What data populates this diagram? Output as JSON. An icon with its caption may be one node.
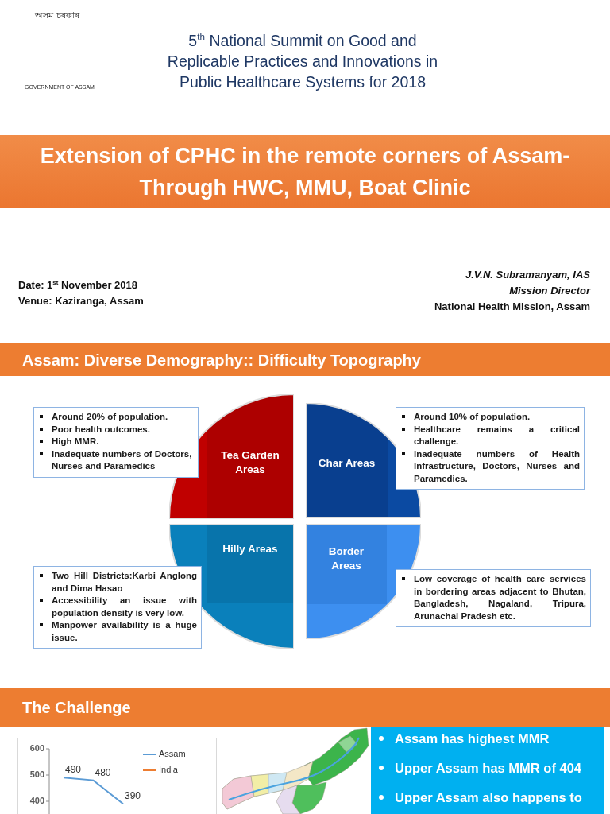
{
  "diagram": {
    "title": "Extension of CPHC in the remote corners of Assam- Through HWC, MMU, Boat Clinic",
    "nodes": [
      {
        "text": [
          "Assam: Diverse Demography:: Difficulty Topography"
        ]
      },
      {
        "text": [
          "Around 20% of population.",
          "Poor health outcomes.",
          "High MMR.",
          "Inadequate numbers of Doctors, Nurses and Paramedics"
        ]
      },
      {
        "text": [
          "Tea Garden Areas"
        ]
      },
      {
        "text": [
          "Char Areas"
        ]
      },
      {
        "text": [
          "Around 10% of population.",
          "Healthcare remains a critical challenge.",
          "Inadequate numbers of Health Infrastructure, Doctors, Nurses and Paramedics."
        ]
      },
      {
        "text": [
          "Hilly Areas"
        ]
      },
      {
        "text": [
          "Border Areas"
        ]
      },
      {
        "text": [
          "Two Hill Districts:Karbi Anglong and Dima Hasao",
          "Accessibility an issue with population density is very low.",
          "Manpower availability is a huge issue."
        ]
      },
      {
        "text": [
          "Low coverage of health care services in bordering areas adjacent to Bhutan, Bangladesh, Nagaland, Tripura, Arunachal Pradesh etc."
        ]
      },
      {
        "text": [
          "The Challenge"
        ]
      },
      {
        "text": [
          "Assam has highest MMR",
          "Upper Assam has MMR of 404",
          "Upper Assam also happens to"
        ]
      }
    ],
    "labels": [
      "অসম চৰকাৰ",
      "GOVERNMENT OF ASSAM",
      "5$^{th}$ National Summit on Good and Replicable Practices and Innovations in Public Healthcare Systems for 2018",
      "Date: 1$^{st}$ November 2018",
      "Venue: Kaziranga, Assam",
      "J.V.N. Subramanyam, IAS",
      "Mission Director",
      "National Health Mission, Assam"
    ],
    "chart_data": {
      "type": "line",
      "categories": [
        null,
        null,
        null
      ],
      "ylim": [
        350,
        600
      ],
      "yticks": [
        400,
        500,
        600
      ],
      "series": [
        {
          "name": "Assam",
          "color": "#5b9bd5",
          "values": [
            490,
            480,
            390
          ]
        },
        {
          "name": "India",
          "color": "#ed7d31",
          "values": [
            null,
            null,
            null
          ]
        }
      ],
      "data_labels": true
    }
  }
}
